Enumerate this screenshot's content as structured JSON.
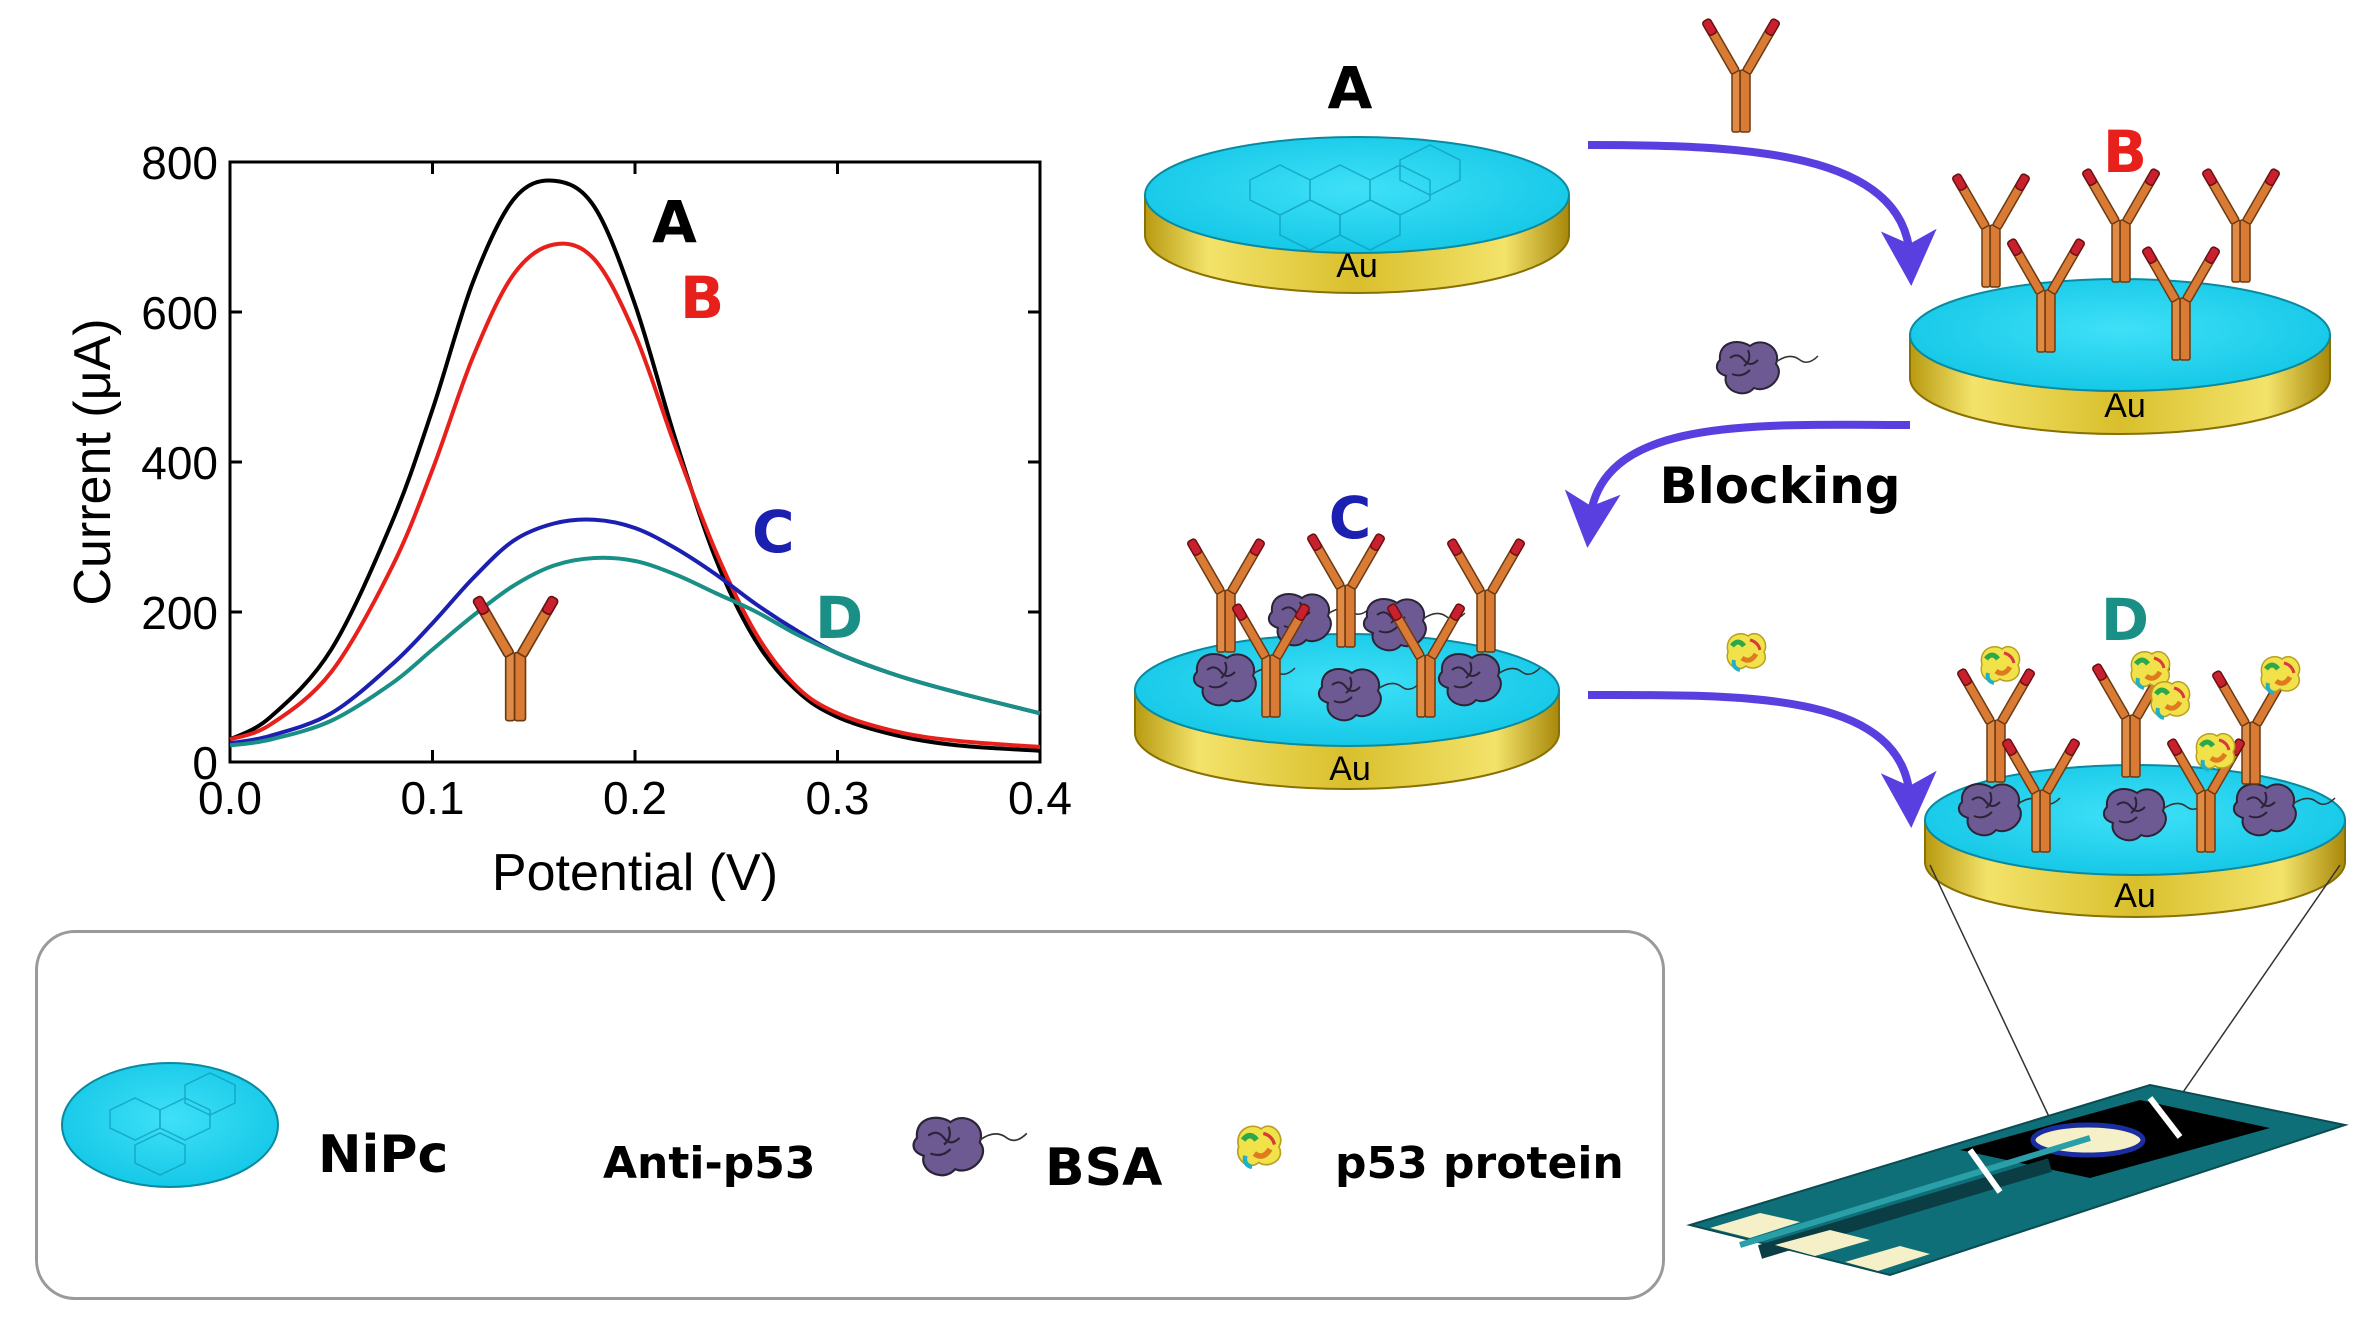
{
  "chart_data": {
    "type": "line",
    "xlabel": "Potential (V)",
    "ylabel": "Current (μA)",
    "xlim": [
      0.0,
      0.4
    ],
    "ylim": [
      0,
      800
    ],
    "xticks": [
      "0.0",
      "0.1",
      "0.2",
      "0.3",
      "0.4"
    ],
    "yticks": [
      "0",
      "200",
      "400",
      "600",
      "800"
    ],
    "grid": false,
    "series": [
      {
        "name": "A",
        "color": "#000000",
        "peak_x": 0.16,
        "peak_y": 775,
        "x": [
          0.0,
          0.02,
          0.05,
          0.08,
          0.1,
          0.12,
          0.14,
          0.16,
          0.18,
          0.2,
          0.22,
          0.24,
          0.26,
          0.28,
          0.3,
          0.33,
          0.36,
          0.4
        ],
        "y": [
          30,
          60,
          150,
          320,
          470,
          640,
          750,
          775,
          740,
          610,
          430,
          270,
          160,
          95,
          60,
          35,
          22,
          15
        ]
      },
      {
        "name": "B",
        "color": "#e8201c",
        "peak_x": 0.17,
        "peak_y": 690,
        "x": [
          0.0,
          0.02,
          0.05,
          0.08,
          0.1,
          0.12,
          0.14,
          0.16,
          0.18,
          0.2,
          0.22,
          0.24,
          0.26,
          0.28,
          0.3,
          0.33,
          0.36,
          0.4
        ],
        "y": [
          30,
          50,
          120,
          260,
          390,
          540,
          650,
          690,
          670,
          570,
          420,
          280,
          170,
          100,
          65,
          40,
          28,
          20
        ]
      },
      {
        "name": "C",
        "color": "#1c20b0",
        "peak_x": 0.18,
        "peak_y": 323,
        "x": [
          0.0,
          0.02,
          0.05,
          0.08,
          0.1,
          0.12,
          0.14,
          0.16,
          0.18,
          0.2,
          0.22,
          0.24,
          0.26,
          0.28,
          0.3,
          0.33,
          0.36,
          0.4
        ],
        "y": [
          25,
          35,
          65,
          130,
          185,
          245,
          295,
          318,
          323,
          312,
          285,
          250,
          210,
          175,
          145,
          115,
          92,
          65
        ]
      },
      {
        "name": "D",
        "color": "#1a8f86",
        "peak_x": 0.19,
        "peak_y": 272,
        "x": [
          0.0,
          0.02,
          0.05,
          0.08,
          0.1,
          0.12,
          0.14,
          0.16,
          0.18,
          0.2,
          0.22,
          0.24,
          0.26,
          0.28,
          0.3,
          0.33,
          0.36,
          0.4
        ],
        "y": [
          22,
          30,
          55,
          105,
          150,
          195,
          235,
          262,
          272,
          268,
          250,
          225,
          200,
          170,
          145,
          115,
          92,
          65
        ]
      }
    ]
  },
  "curve_labels": {
    "A": "A",
    "B": "B",
    "C": "C",
    "D": "D"
  },
  "scheme": {
    "step_labels": {
      "A": "A",
      "B": "B",
      "C": "C",
      "D": "D"
    },
    "electrode_label": "Au",
    "blocking_label": "Blocking",
    "colors": {
      "surface": "#1ed4f0",
      "gold": "#e6cf3a",
      "arrow": "#5a3fe0",
      "antibody": "#d97a35",
      "antibody_tip": "#c8202e",
      "bsa": "#5b4a7a"
    }
  },
  "legend": {
    "items": [
      {
        "icon": "nipc-disc-icon",
        "label": "NiPc"
      },
      {
        "icon": "antibody-icon",
        "label": "Anti-p53"
      },
      {
        "icon": "bsa-protein-icon",
        "label": "BSA"
      },
      {
        "icon": "p53-protein-icon",
        "label": "p53 protein"
      }
    ]
  }
}
